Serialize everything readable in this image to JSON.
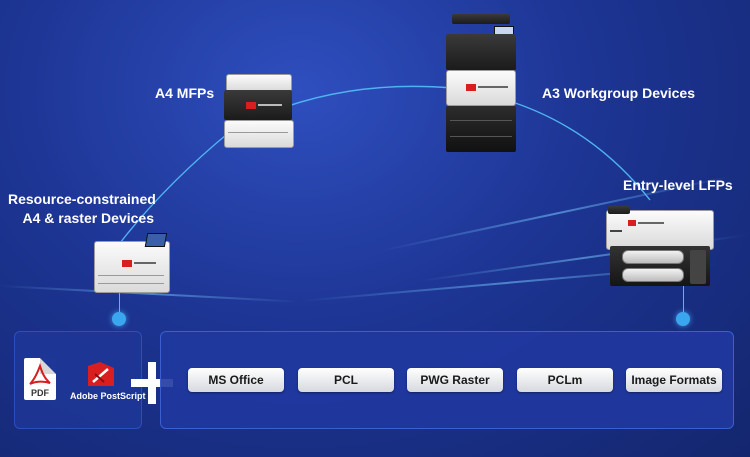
{
  "devices": {
    "resource_constrained": {
      "line1": "Resource-constrained",
      "line2": "A4 & raster Devices"
    },
    "a4_mfps": {
      "label": "A4 MFPs"
    },
    "a3_workgroup": {
      "label": "A3 Workgroup Devices"
    },
    "entry_lfps": {
      "label": "Entry-level LFPs"
    }
  },
  "pdl": {
    "pdf_label": "PDF",
    "postscript_label": "Adobe PostScript"
  },
  "formats": [
    "MS Office",
    "PCL",
    "PWG Raster",
    "PCLm",
    "Image Formats"
  ],
  "colors": {
    "background": "#1d3594",
    "accent_blue": "#3aa6ef",
    "adobe_red": "#d81e1e"
  },
  "icons": [
    "adobe-pdf-icon",
    "adobe-postscript-icon",
    "plus-icon"
  ]
}
